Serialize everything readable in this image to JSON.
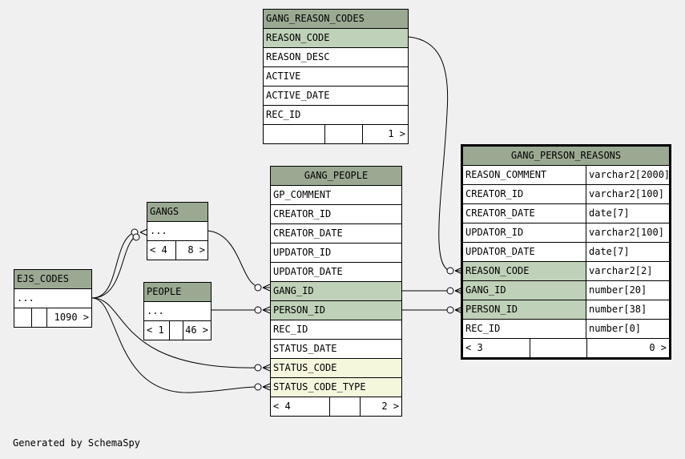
{
  "footer": "Generated by SchemaSpy",
  "colors": {
    "background": "#f0f0f0",
    "header": "#9ba993",
    "key_column": "#bfd1b8",
    "indexed_column": "#f5f7dd"
  },
  "tables": {
    "gang_reason_codes": {
      "name": "GANG_REASON_CODES",
      "columns": [
        "REASON_CODE",
        "REASON_DESC",
        "ACTIVE",
        "ACTIVE_DATE",
        "REC_ID"
      ],
      "footer": [
        "",
        "",
        "1 >"
      ]
    },
    "gang_person_reasons": {
      "name": "GANG_PERSON_REASONS",
      "columns": [
        {
          "name": "REASON_COMMENT",
          "type": "varchar2[2000]"
        },
        {
          "name": "CREATOR_ID",
          "type": "varchar2[100]"
        },
        {
          "name": "CREATOR_DATE",
          "type": "date[7]"
        },
        {
          "name": "UPDATOR_ID",
          "type": "varchar2[100]"
        },
        {
          "name": "UPDATOR_DATE",
          "type": "date[7]"
        },
        {
          "name": "REASON_CODE",
          "type": "varchar2[2]"
        },
        {
          "name": "GANG_ID",
          "type": "number[20]"
        },
        {
          "name": "PERSON_ID",
          "type": "number[38]"
        },
        {
          "name": "REC_ID",
          "type": "number[0]"
        }
      ],
      "footer": [
        "< 3",
        "",
        "0 >"
      ]
    },
    "gang_people": {
      "name": "GANG_PEOPLE",
      "columns": [
        "GP_COMMENT",
        "CREATOR_ID",
        "CREATOR_DATE",
        "UPDATOR_ID",
        "UPDATOR_DATE",
        "GANG_ID",
        "PERSON_ID",
        "REC_ID",
        "STATUS_DATE",
        "STATUS_CODE",
        "STATUS_CODE_TYPE"
      ],
      "footer": [
        "< 4",
        "",
        "2 >"
      ]
    },
    "gangs": {
      "name": "GANGS",
      "columns": [
        "..."
      ],
      "footer": [
        "< 4",
        "8 >"
      ]
    },
    "people": {
      "name": "PEOPLE",
      "columns": [
        "..."
      ],
      "footer": [
        "< 1",
        "46 >"
      ]
    },
    "ejs_codes": {
      "name": "EJS_CODES",
      "columns": [
        "..."
      ],
      "footer": [
        "",
        "",
        "1090 >"
      ]
    }
  }
}
